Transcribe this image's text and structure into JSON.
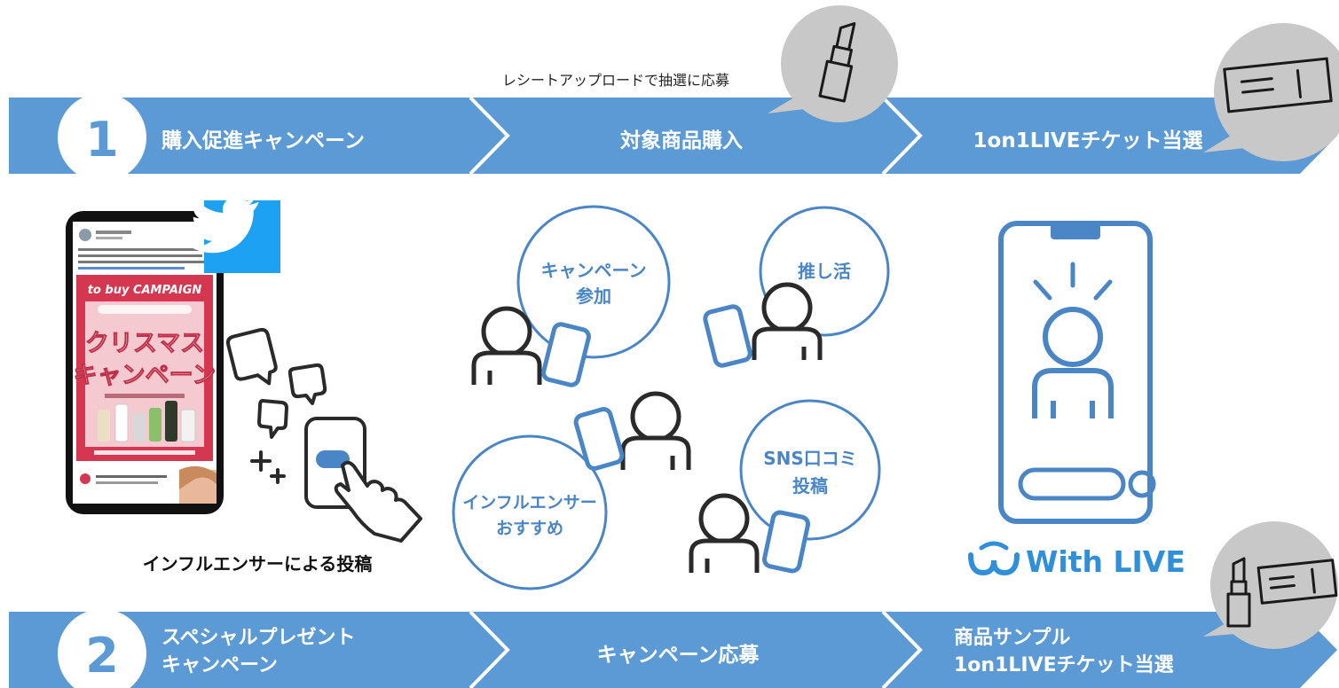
{
  "row1": {
    "number": "1",
    "steps": [
      "購入促進キャンペーン",
      "対象商品購入",
      "1on1LIVEチケット当選"
    ],
    "note": "レシートアップロードで抽選に応募"
  },
  "row2": {
    "number": "2",
    "steps": [
      [
        "スペシャルプレゼント",
        "キャンペーン"
      ],
      [
        "キャンペーン応募"
      ],
      [
        "商品サンプル",
        "1on1LIVEチケット当選"
      ]
    ]
  },
  "left_panel": {
    "caption": "インフルエンサーによる投稿",
    "phone_post": {
      "header_line": "to buy CAMPAIGN",
      "title_line1": "クリスマス",
      "title_line2": "キャンペーン"
    }
  },
  "middle_panel": {
    "bubbles": [
      [
        "キャンペーン",
        "参加"
      ],
      [
        "推し活"
      ],
      [
        "インフルエンサー",
        "おすすめ"
      ],
      [
        "SNS口コミ",
        "投稿"
      ]
    ]
  },
  "right_panel": {
    "logo_text": "With LIVE"
  },
  "colors": {
    "bar": "#5b9ad5",
    "bar_light": "#7fb0de",
    "accent": "#4a86c5",
    "speech_gray": "#c8c8c8",
    "twitter": "#1da1f2"
  },
  "icons": [
    "lipstick-icon",
    "ticket-icon",
    "twitter-icon",
    "person-icon",
    "smartphone-icon",
    "hand-pointer-icon",
    "speech-bubble-icon",
    "sparkle-icon"
  ]
}
